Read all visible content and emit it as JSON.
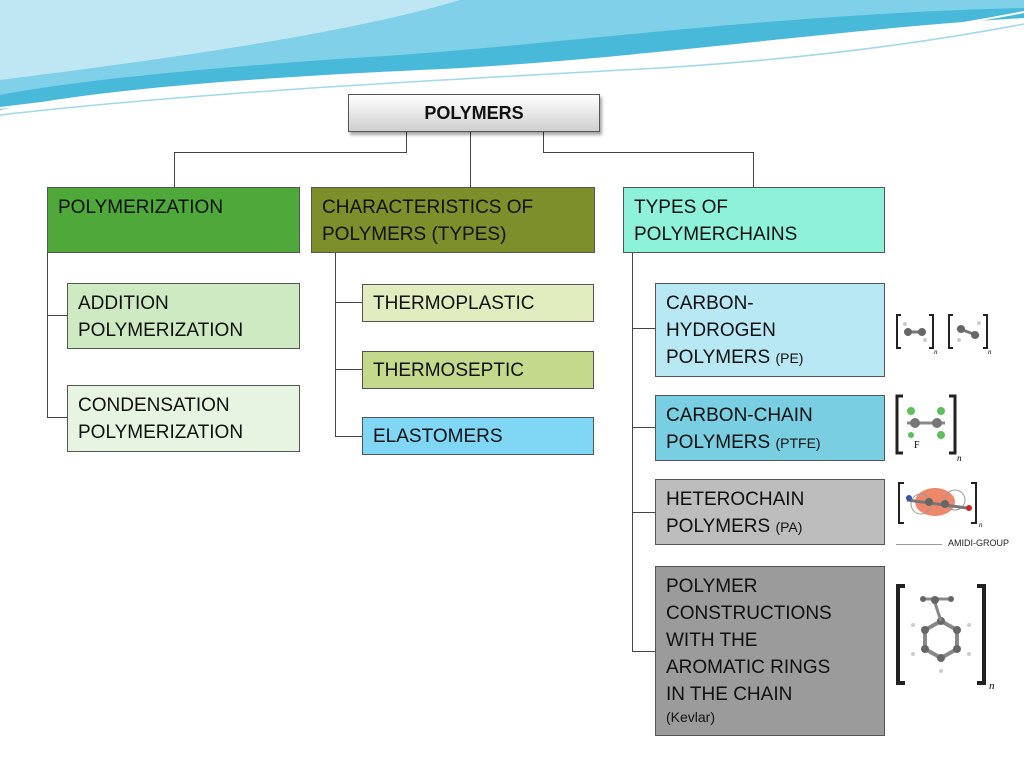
{
  "colors": {
    "polymerization": "#4fa83a",
    "addition": "#cdeac3",
    "condensation": "#e6f4e1",
    "characteristics": "#7c8f2a",
    "thermoplastic": "#e1ecbf",
    "thermoseptic": "#c5d98c",
    "elastomers": "#7fd6f5",
    "types": "#8ef2db",
    "carbon_hydrogen": "#b8e8f3",
    "carbon_chain": "#79cfe1",
    "heterochain": "#bdbdbd",
    "aromatic": "#9b9b9b"
  },
  "root": {
    "label": "POLYMERS"
  },
  "polymerization": {
    "title": "POLYMERIZATION",
    "items": [
      {
        "line1": "ADDITION",
        "line2": "POLYMERIZATION"
      },
      {
        "line1": "CONDENSATION",
        "line2": "POLYMERIZATION"
      }
    ]
  },
  "characteristics": {
    "line1": "CHARACTERISTICS OF",
    "line2": "POLYMERS (TYPES)",
    "items": [
      "THERMOPLASTIC",
      "THERMOSEPTIC",
      "ELASTOMERS"
    ]
  },
  "types": {
    "line1": "TYPES OF",
    "line2": "POLYMERCHAINS",
    "carbon_hydrogen": {
      "line1": "CARBON-",
      "line2": "HYDROGEN",
      "line3": "POLYMERS",
      "abbr": "(PE)"
    },
    "carbon_chain": {
      "line1": "CARBON-CHAIN",
      "line2": "POLYMERS",
      "abbr": "(PTFE)"
    },
    "heterochain": {
      "line1": "HETEROCHAIN",
      "line2": "POLYMERS",
      "abbr": "(PA)"
    },
    "aromatic": {
      "line1": "POLYMER",
      "line2": "CONSTRUCTIONS",
      "line3": "WITH THE",
      "line4": "AROMATIC RINGS",
      "line5": "IN THE CHAIN",
      "abbr": "(Kevlar)"
    }
  },
  "images": {
    "fluorine_label": "F",
    "repeat_label": "n",
    "amidi_label": "AMIDI-GROUP"
  }
}
